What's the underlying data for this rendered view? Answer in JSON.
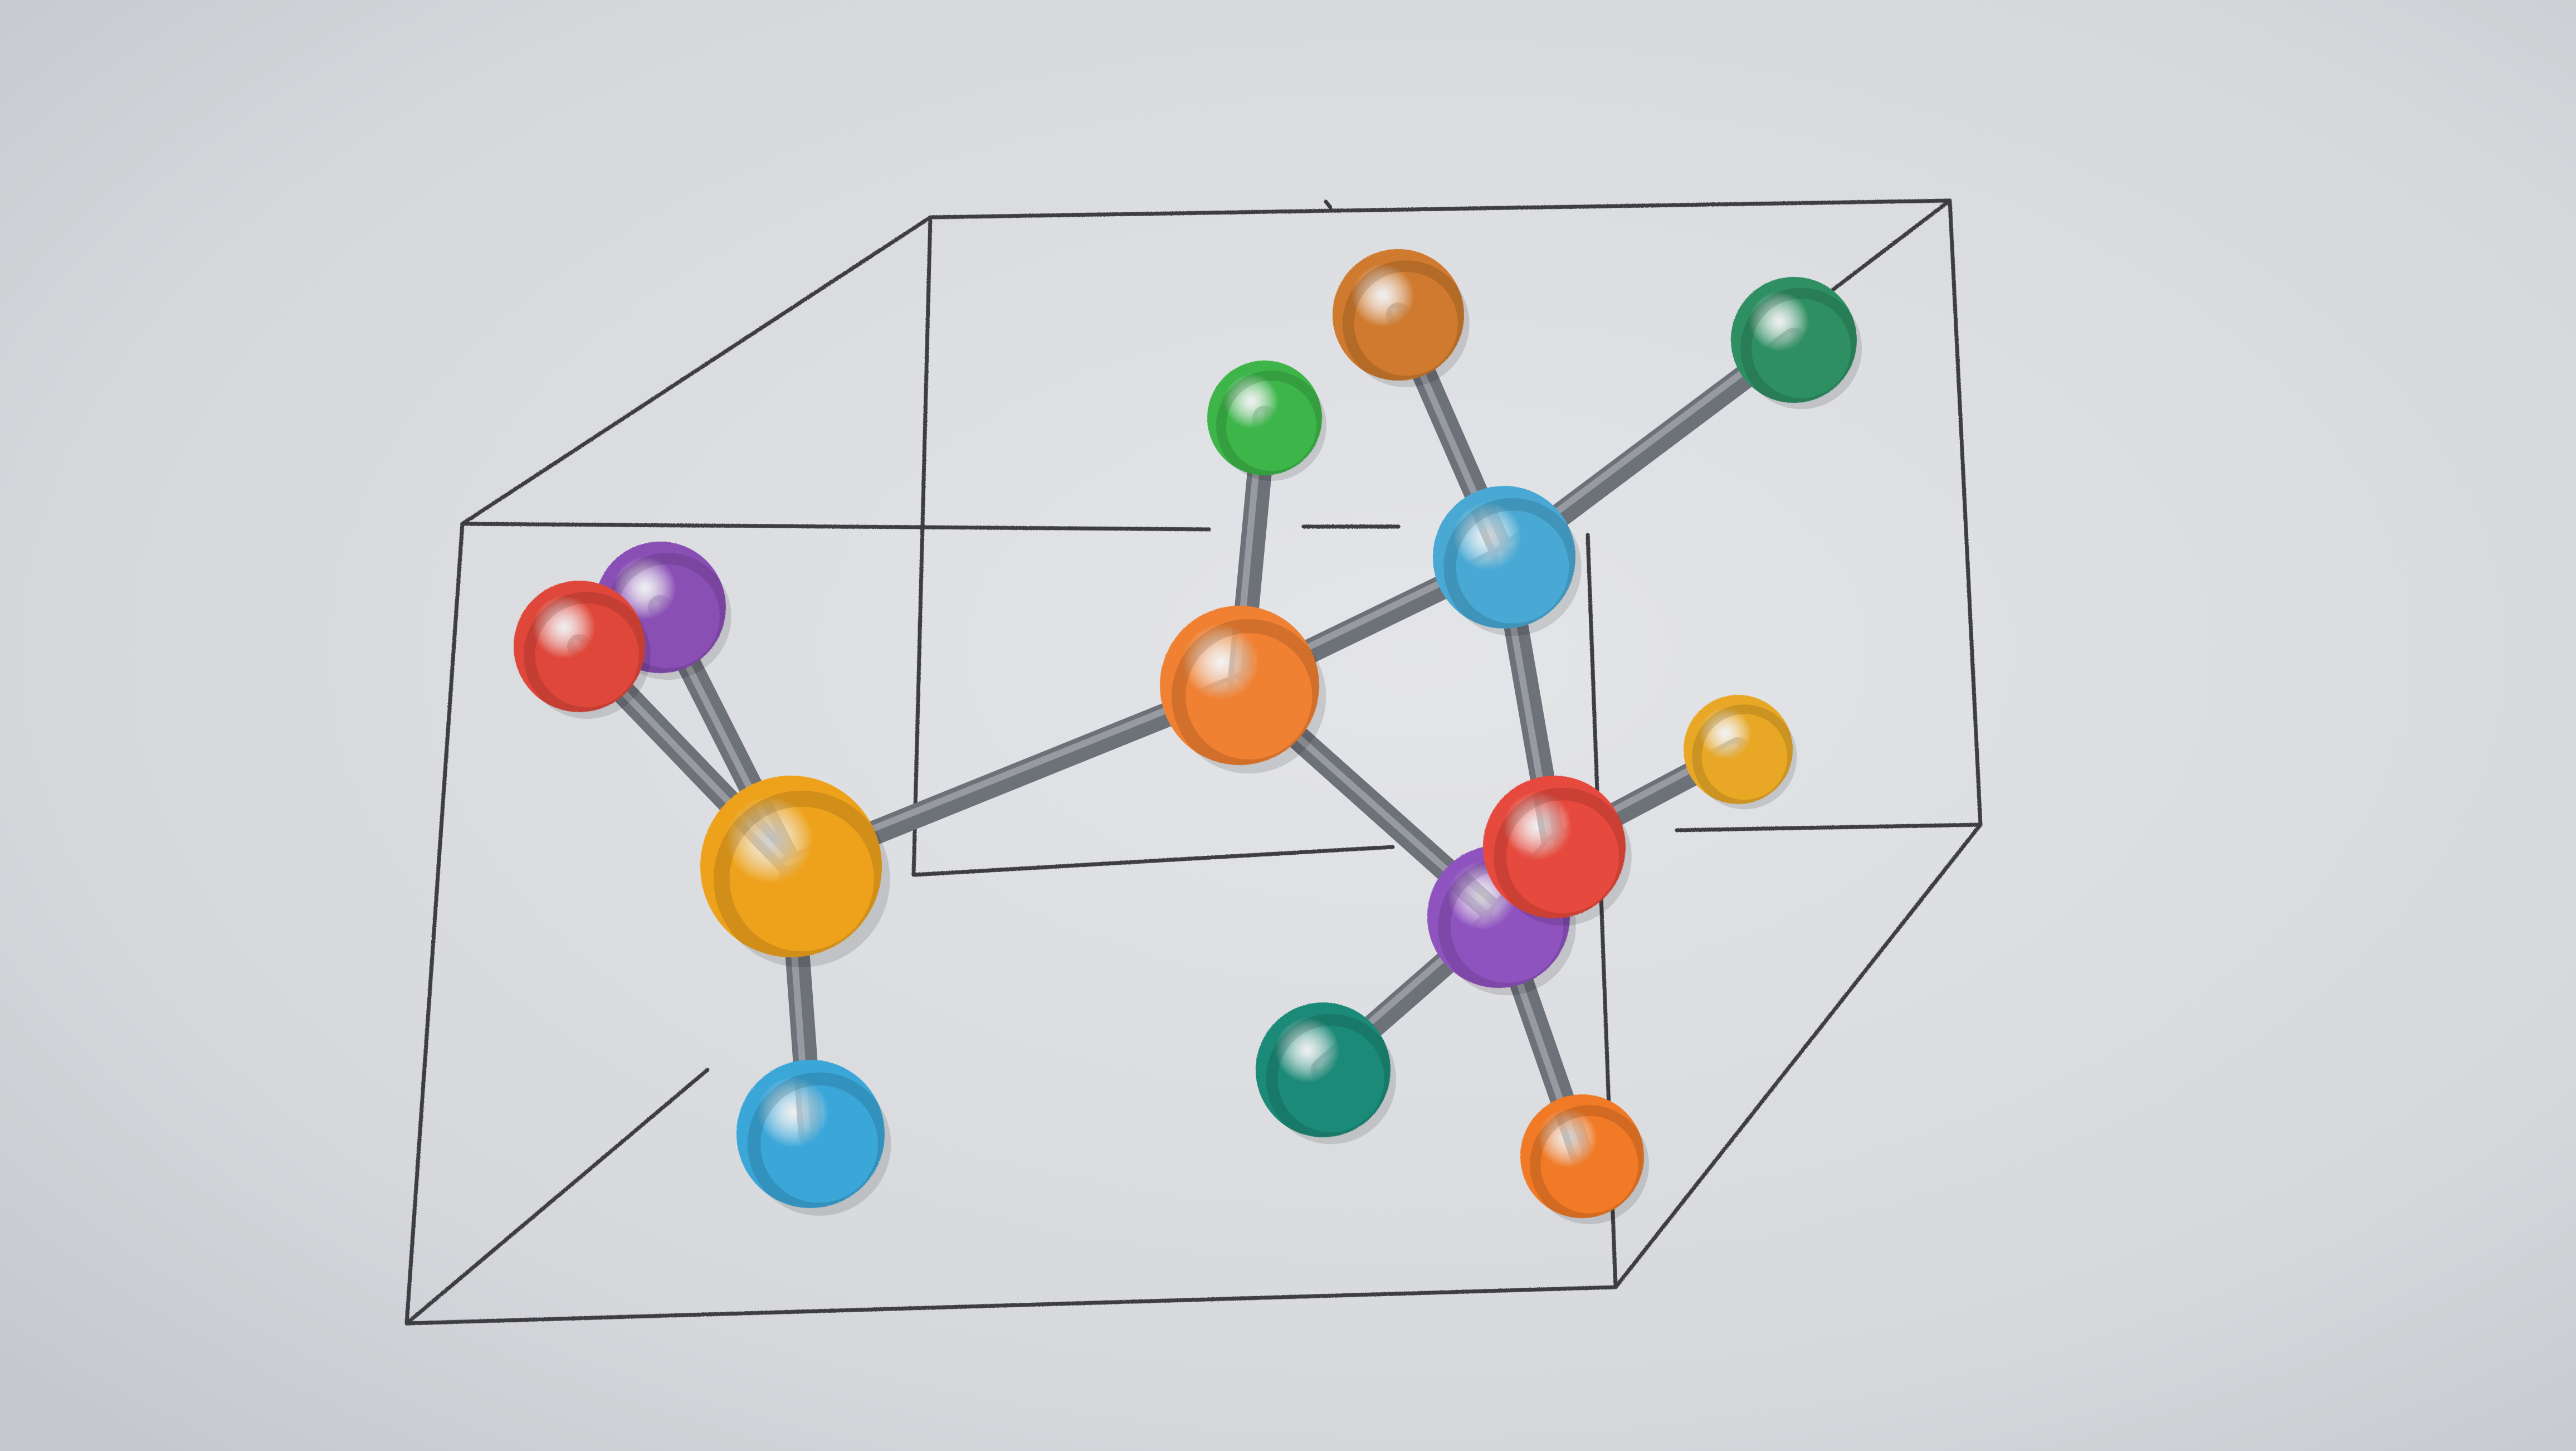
{
  "paper": {
    "color_light": "#e4e5e8",
    "color_mid": "#d6d8dc",
    "color_dark": "#c4c7cc"
  },
  "pencil_color": "#3c3d42",
  "bond_color": "#6d7178",
  "bond_highlight": "#a9adb3",
  "atoms": [
    {
      "name": "purple-atom-back-left",
      "color": "#8a4fb5"
    },
    {
      "name": "red-atom-left",
      "color": "#e0473a"
    },
    {
      "name": "amber-atom-center-left",
      "color": "#eea21a"
    },
    {
      "name": "blue-atom-bottom-left",
      "color": "#3aa6d8"
    },
    {
      "name": "orange-atom-center",
      "color": "#f08030"
    },
    {
      "name": "green-atom-top",
      "color": "#3db54a"
    },
    {
      "name": "brown-atom-top-right",
      "color": "#cf7a2f"
    },
    {
      "name": "blue-atom-right",
      "color": "#48a9d4"
    },
    {
      "name": "teal-green-atom-top-right",
      "color": "#2f8f62"
    },
    {
      "name": "yellow-atom-small-right",
      "color": "#e8a828"
    },
    {
      "name": "purple-atom-lower-right",
      "color": "#8f52c0"
    },
    {
      "name": "red-atom-right",
      "color": "#e64a3c"
    },
    {
      "name": "teal-atom-lower",
      "color": "#1f8a78"
    },
    {
      "name": "orange-atom-bottom-right",
      "color": "#f07a28"
    }
  ]
}
